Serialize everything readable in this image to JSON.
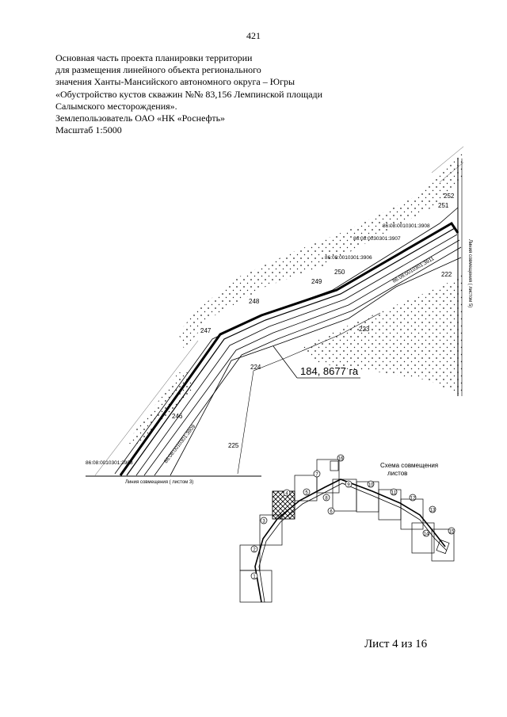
{
  "page_number": "421",
  "header": {
    "lines": [
      "Основная часть проекта планировки территории",
      "для размещения линейного объекта регионального",
      "значения Ханты-Мансийского автономного округа – Югры",
      "«Обустройство кустов скважин №№ 83,156 Лемпинской площади",
      "Салымского месторождения».",
      "Землепользователь ОАО «НК «Роснефть»",
      "Масштаб 1:5000"
    ]
  },
  "map": {
    "area_label": "184, 8677 га",
    "point_labels": [
      "252",
      "251",
      "250",
      "249",
      "248",
      "247",
      "246",
      "222",
      "223",
      "224",
      "225"
    ],
    "cadastral_labels": [
      "86:08:0010301:3908",
      "86:08:0030301:3907",
      "86:08:0010301:3906",
      "86:08:0010301:3911",
      "86:08:0010301:3909",
      "86:08:0010301:3908"
    ],
    "match_line_bottom": "Линия совмещения ( листом 3)",
    "match_line_right": "Линия совмещения ( листом 5)"
  },
  "scheme": {
    "title_line1": "Схема совмещения",
    "title_line2": "листов",
    "sheet_numbers": [
      "1",
      "2",
      "3",
      "4",
      "5",
      "6",
      "7",
      "8",
      "9",
      "10",
      "11",
      "12",
      "13",
      "14",
      "15",
      "16"
    ]
  },
  "footer": {
    "sheet_label": "Лист 4 из 16"
  },
  "colors": {
    "ink": "#000000",
    "paper": "#ffffff"
  }
}
